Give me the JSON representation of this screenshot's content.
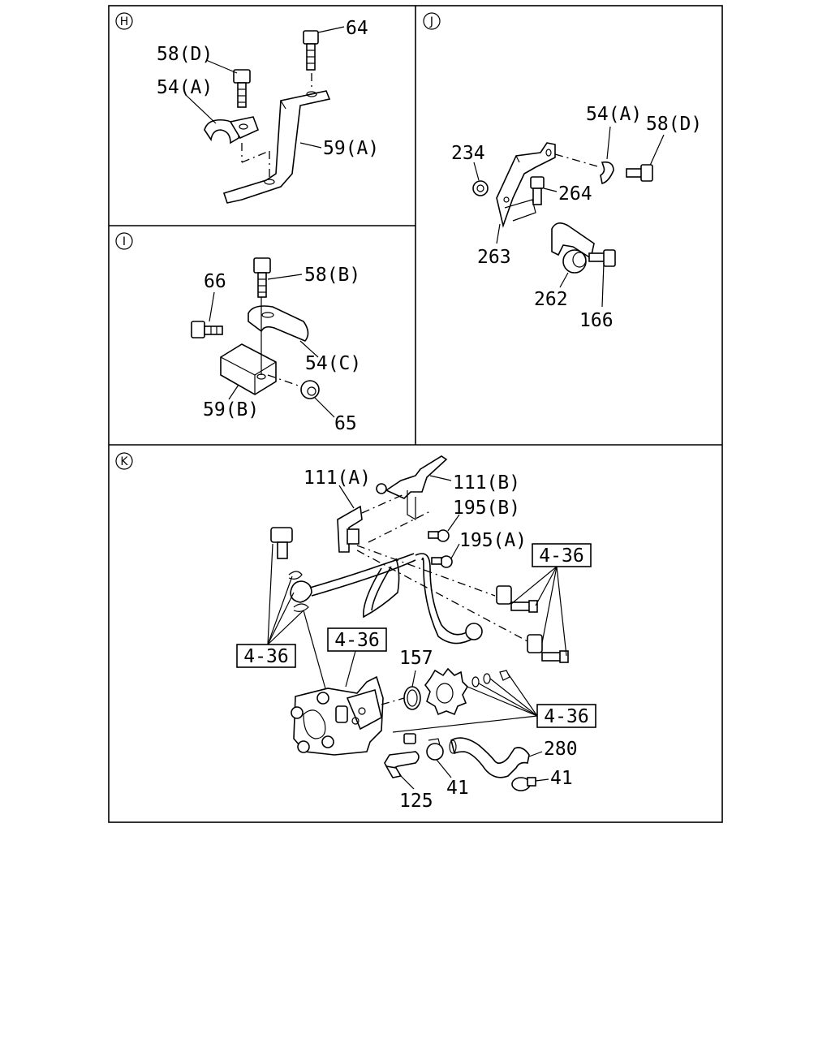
{
  "panels": {
    "H": {
      "marker": "H",
      "labels": {
        "l64": "64",
        "l58d": "58(D)",
        "l54a": "54(A)",
        "l59a": "59(A)"
      }
    },
    "I": {
      "marker": "I",
      "labels": {
        "l58b": "58(B)",
        "l66": "66",
        "l54c": "54(C)",
        "l59b": "59(B)",
        "l65": "65"
      }
    },
    "J": {
      "marker": "J",
      "labels": {
        "l54a": "54(A)",
        "l58d": "58(D)",
        "l234": "234",
        "l264": "264",
        "l263": "263",
        "l262": "262",
        "l166": "166"
      }
    },
    "K": {
      "marker": "K",
      "labels": {
        "l111a": "111(A)",
        "l111b": "111(B)",
        "l195b": "195(B)",
        "l195a": "195(A)",
        "ref1": "4-36",
        "ref2": "4-36",
        "ref3": "4-36",
        "ref4": "4-36",
        "l157": "157",
        "l280": "280",
        "l41a": "41",
        "l41b": "41",
        "l125": "125"
      }
    }
  }
}
